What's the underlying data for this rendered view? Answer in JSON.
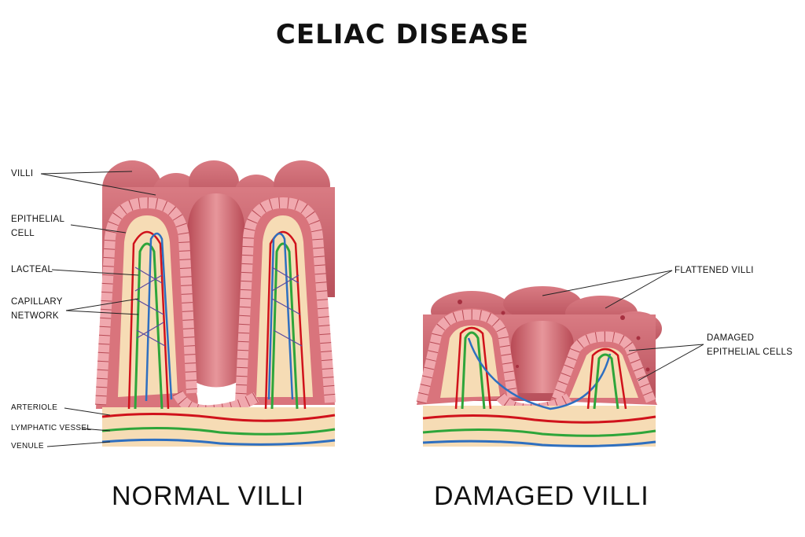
{
  "title": "CELIAC DISEASE",
  "captions": {
    "normal": "NORMAL VILLI",
    "damaged": "DAMAGED VILLI"
  },
  "labels": {
    "villi": "VILLI",
    "epithelial_cell": "EPITHELIAL\nCELL",
    "lacteal": "LACTEAL",
    "capillary_network": "CAPILLARY\nNETWORK",
    "arteriole": "ARTERIOLE",
    "lymphatic_vessel": "LYMPHATIC VESSEL",
    "venule": "VENULE",
    "flattened_villi": "FLATTENED VILLI",
    "damaged_epithelial_cells": "DAMAGED\nEPITHELIAL CELLS"
  },
  "colors": {
    "tissue": "#d9747c",
    "tissue_dark": "#b84a55",
    "cell": "#f0a8ae",
    "base": "#f6dcb5",
    "artery": "#d0121b",
    "vein": "#2e6fc0",
    "lymph": "#2ea53a"
  }
}
